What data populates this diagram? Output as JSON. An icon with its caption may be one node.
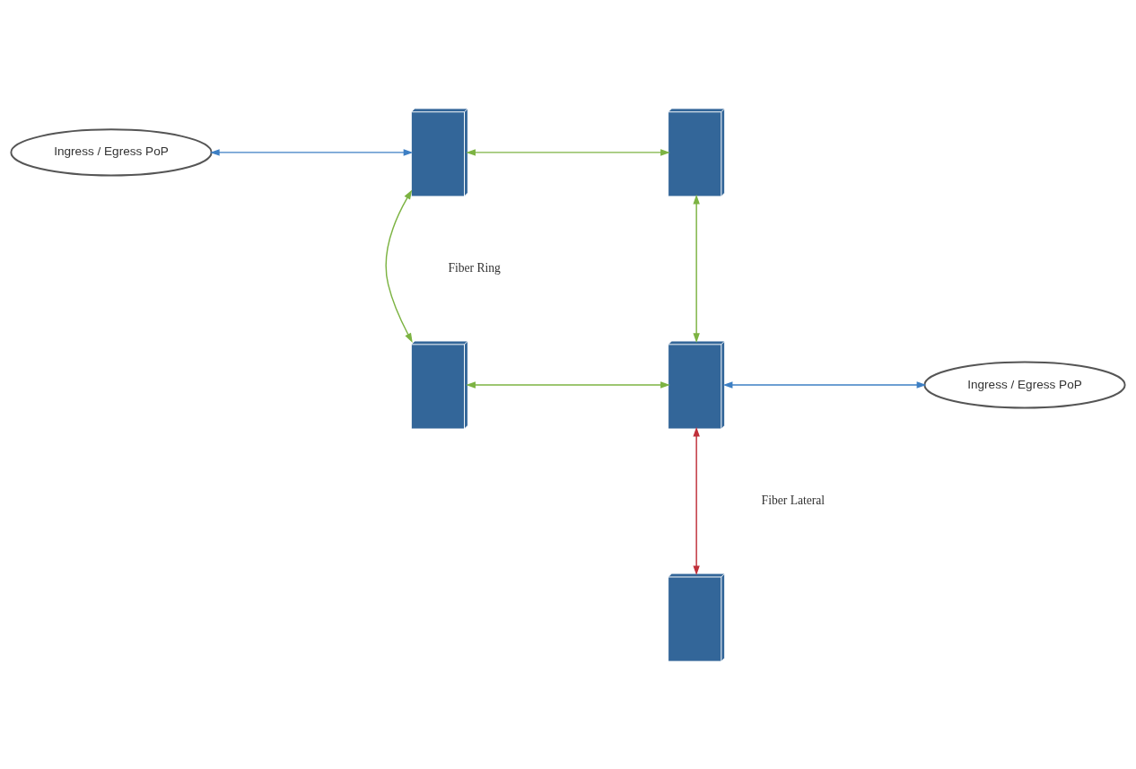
{
  "diagram": {
    "nodes": [
      {
        "text": [
          "Ingress / Egress PoP"
        ]
      },
      {
        "text": [],
        "shape": "picture"
      },
      {
        "text": [],
        "shape": "picture"
      },
      {
        "text": [],
        "shape": "picture"
      },
      {
        "text": [],
        "shape": "picture"
      },
      {
        "text": [
          "Ingress / Egress PoP"
        ]
      },
      {
        "text": [],
        "shape": "picture"
      }
    ],
    "edges": [
      {
        "from": 0,
        "to": 1,
        "arrow": "both",
        "color": "#3d7fc4"
      },
      {
        "from": 1,
        "to": 2,
        "arrow": "both"
      },
      {
        "from": 1,
        "to": 3,
        "arrow": "both"
      },
      {
        "from": 2,
        "to": 4,
        "arrow": "both"
      },
      {
        "from": 3,
        "to": 4,
        "arrow": "both"
      },
      {
        "from": 4,
        "to": 5,
        "arrow": "both",
        "color": "#3d7fc4"
      },
      {
        "from": 4,
        "to": 6,
        "arrow": "both",
        "color": "#c0303a"
      }
    ],
    "labels": [
      "Fiber Ring",
      "Fiber Lateral"
    ]
  }
}
